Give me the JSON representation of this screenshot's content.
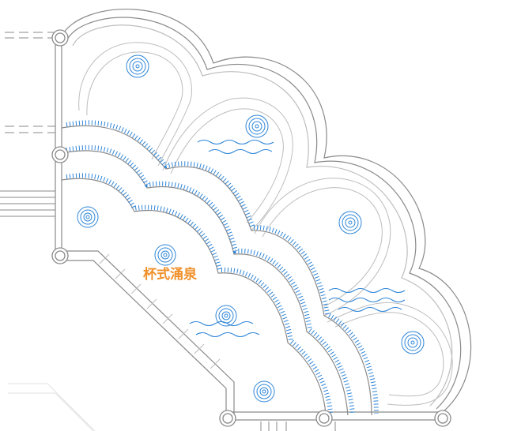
{
  "annotation": {
    "text": "杯式涌泉",
    "color": "#F0902A"
  },
  "colors": {
    "outline": "#8a8a8a",
    "light": "#bdbdbd",
    "water": "#2F86D8"
  },
  "fountains": {
    "label_ref": "杯式涌泉",
    "count": 8
  },
  "weirs": {
    "count": 3
  }
}
